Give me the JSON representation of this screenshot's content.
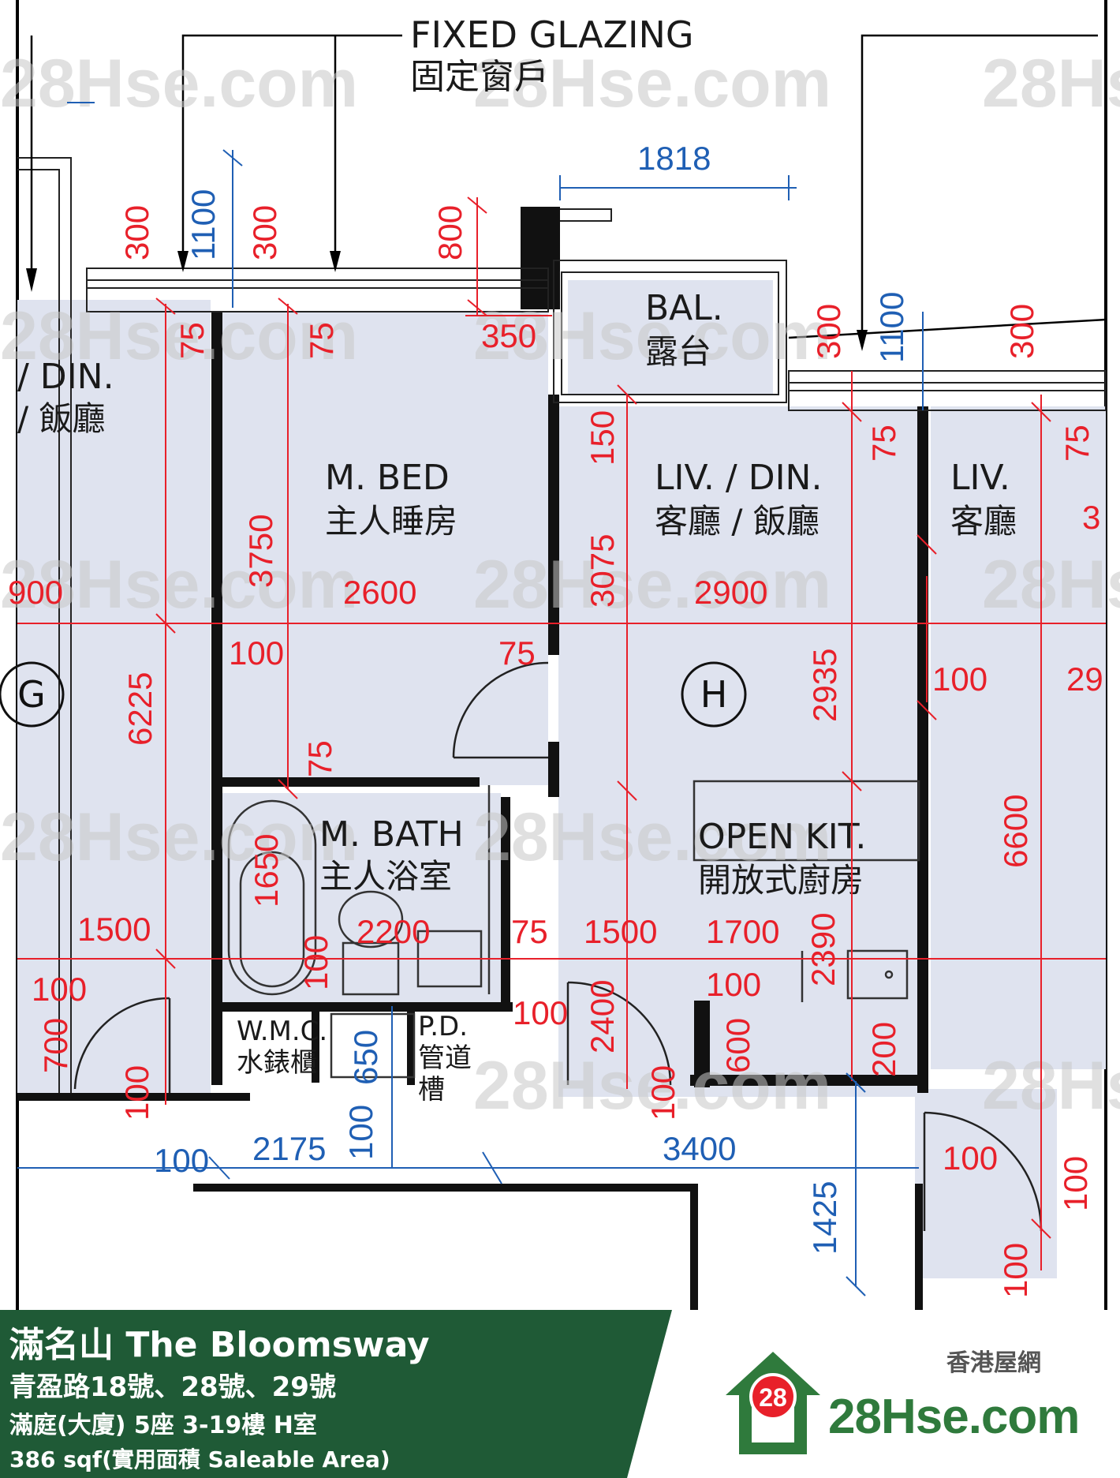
{
  "plan": {
    "notes": {
      "fixed_glazing_en": "FIXED GLAZING",
      "fixed_glazing_zh": "固定窗戶"
    },
    "rooms": {
      "bal": {
        "en": "BAL.",
        "zh": "露台"
      },
      "m_bed": {
        "en": "M. BED",
        "zh": "主人睡房"
      },
      "liv_din": {
        "en": "LIV. / DIN.",
        "zh": "客廳 / 飯廳"
      },
      "liv_right": {
        "en": "LIV.",
        "zh": "客廳"
      },
      "din_left": {
        "en": "/ DIN.",
        "zh": "/ 飯廳"
      },
      "m_bath": {
        "en": "M. BATH",
        "zh": "主人浴室"
      },
      "open_kit": {
        "en": "OPEN KIT.",
        "zh": "開放式廚房"
      },
      "wmc": {
        "en": "W.M.C.",
        "zh": "水錶櫃"
      },
      "pd": {
        "en": "P.D.",
        "zh1": "管道",
        "zh2": "槽"
      }
    },
    "unit_labels": {
      "h": "H",
      "g": "G"
    },
    "dims_blue": [
      "1818",
      "1100",
      "1100",
      "2175",
      "3400",
      "1425",
      "650",
      "100",
      "100"
    ],
    "dims_red": [
      "300",
      "300",
      "800",
      "350",
      "75",
      "75",
      "300",
      "75",
      "300",
      "75",
      "150",
      "3750",
      "2600",
      "3075",
      "2900",
      "2935",
      "100",
      "75",
      "100",
      "6225",
      "75",
      "6600",
      "1650",
      "100",
      "2200",
      "75",
      "1500",
      "1700",
      "2390",
      "1500",
      "100",
      "100",
      "100",
      "2400",
      "600",
      "200",
      "700",
      "100",
      "100",
      "100",
      "100",
      "100",
      "900",
      "29",
      "3"
    ],
    "watermark": "28Hse.com",
    "watermark_badge": "28"
  },
  "footer": {
    "estate": "滿名山 The Bloomsway",
    "address": "青盈路18號、28號、29號",
    "unit": "滿庭(大廈) 5座 3-19樓 H室",
    "area": "386 sqf(實用面積 Saleable Area)",
    "brand_top": "香港屋網",
    "brand_badge": "28",
    "brand_name": "28Hse.com"
  },
  "colors": {
    "room_fill": "#dfe3ef",
    "dim_red": "#e8202a",
    "dim_blue": "#1f5fb4",
    "footer_green": "#1f5a36",
    "brand_green": "#2f7a3c"
  }
}
